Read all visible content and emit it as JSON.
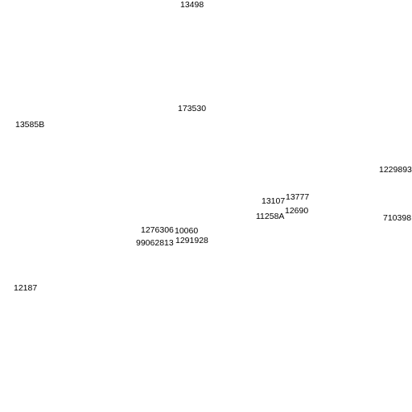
{
  "map": {
    "labels": [
      "13498",
      "173530",
      "13585B",
      "1229893",
      "13777",
      "13107",
      "12690",
      "11258A",
      "710398",
      "1276306",
      "10060",
      "99062813",
      "1291928",
      "12187"
    ]
  }
}
